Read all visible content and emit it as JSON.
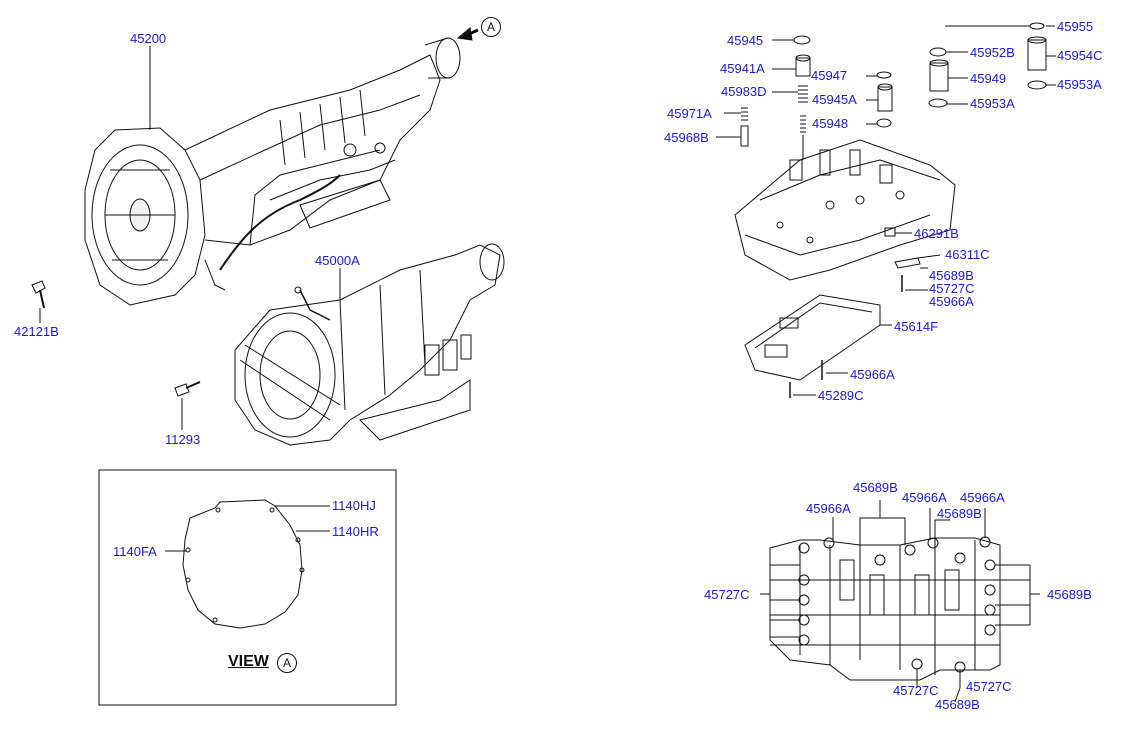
{
  "labels": {
    "p45200": "45200",
    "p45000A": "45000A",
    "p42121B": "42121B",
    "p11293": "11293",
    "p1140HJ": "1140HJ",
    "p1140HR": "1140HR",
    "p1140FA": "1140FA",
    "p45945": "45945",
    "p45941A": "45941A",
    "p45947": "45947",
    "p45983D": "45983D",
    "p45945A": "45945A",
    "p45971A": "45971A",
    "p45948": "45948",
    "p45968B": "45968B",
    "p45955": "45955",
    "p45952B": "45952B",
    "p45954C": "45954C",
    "p45949": "45949",
    "p45953A": "45953A",
    "p46291B": "46291B",
    "p46311C": "46311C",
    "p45689B_a": "45689B",
    "p45727C_a": "45727C",
    "p45966A_a": "45966A",
    "p45614F": "45614F",
    "p45966A_b": "45966A",
    "p45289C": "45289C",
    "b45689B_top": "45689B",
    "b45966A_l": "45966A",
    "b45966A_m": "45966A",
    "b45966A_r": "45966A",
    "b45689B_m": "45689B",
    "b45727C_left": "45727C",
    "b45689B_right": "45689B",
    "b45727C_b1": "45727C",
    "b45727C_b2": "45727C",
    "b45689B_bottom": "45689B"
  },
  "view": {
    "title": "VIEW",
    "ref": "A"
  },
  "arrow_ref": "A",
  "colors": {
    "label": "#1a1ad6",
    "line": "#111111"
  }
}
